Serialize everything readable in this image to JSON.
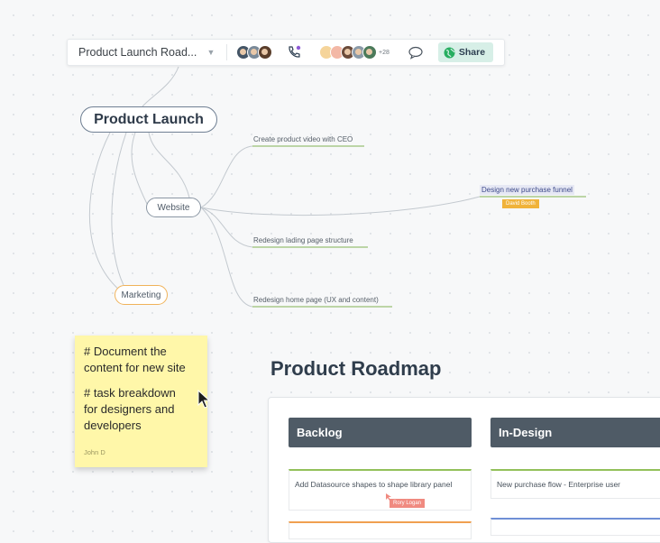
{
  "toolbar": {
    "doc_title": "Product Launch Road...",
    "dropdown_glyph": "▼",
    "more_collaborators": "+28",
    "share_label": "Share",
    "colors": {
      "share_bg": "#d7efe7",
      "share_icon": "#27ae60"
    }
  },
  "mindmap": {
    "main": "Product Launch",
    "website": "Website",
    "marketing": "Marketing",
    "branches": [
      "Create product video with CEO",
      "Design new purchase funnel",
      "Redesign lading page structure",
      "Redesign home page (UX and content)"
    ],
    "collaborator_tag": "David Booth"
  },
  "sticky": {
    "line1": "# Document the\ncontent for new site",
    "line2": "# task breakdown\nfor designers and\ndevelopers",
    "signature": "John D"
  },
  "roadmap": {
    "title": "Product Roadmap",
    "columns": [
      {
        "name": "Backlog",
        "cards": [
          {
            "text": "Add Datasource shapes to shape library panel",
            "tag": "Rory Logan"
          }
        ]
      },
      {
        "name": "In-Design",
        "cards": [
          {
            "text": "New purchase flow - Enterprise user"
          }
        ]
      }
    ]
  }
}
